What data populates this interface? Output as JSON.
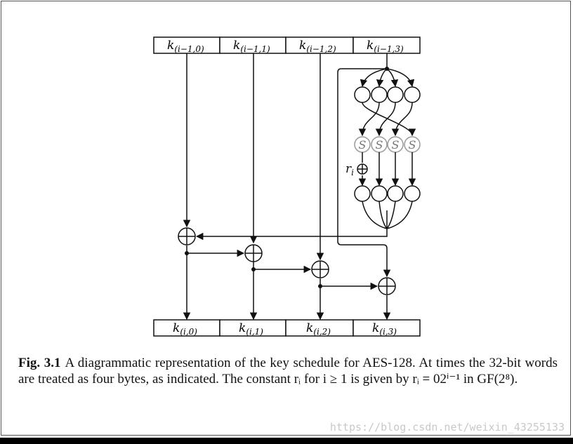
{
  "figure": {
    "top_words": [
      {
        "base": "k",
        "sub": "(i−1,0)"
      },
      {
        "base": "k",
        "sub": "(i−1,1)"
      },
      {
        "base": "k",
        "sub": "(i−1,2)"
      },
      {
        "base": "k",
        "sub": "(i−1,3)"
      }
    ],
    "bottom_words": [
      {
        "base": "k",
        "sub": "(i,0)"
      },
      {
        "base": "k",
        "sub": "(i,1)"
      },
      {
        "base": "k",
        "sub": "(i,2)"
      },
      {
        "base": "k",
        "sub": "(i,3)"
      }
    ],
    "sbox_label": "S",
    "round_constant": {
      "base": "r",
      "sub": "i"
    }
  },
  "caption": {
    "label": "Fig. 3.1",
    "text": "A diagrammatic representation of the key schedule for AES-128. At times the 32-bit words are treated as four bytes, as indicated. The constant rᵢ for i ≥ 1 is given by rᵢ = 02ⁱ⁻¹ in GF(2⁸)."
  },
  "watermark": "https://blog.csdn.net/weixin_43255133"
}
